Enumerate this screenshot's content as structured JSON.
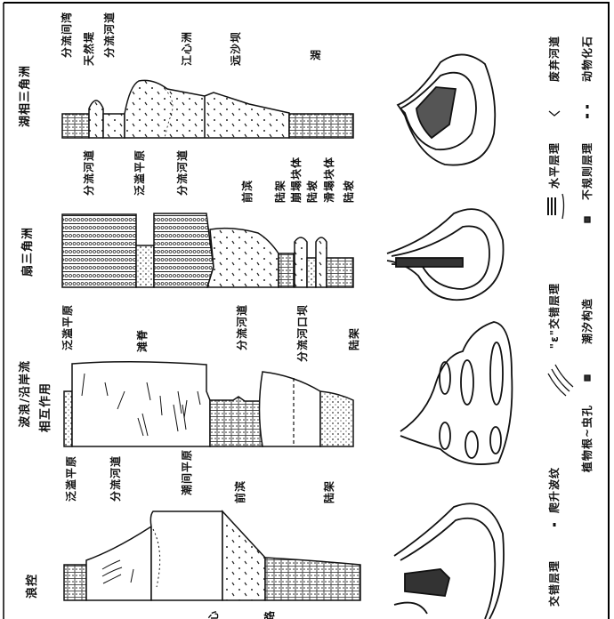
{
  "rows": [
    {
      "title": "湖相三角洲",
      "labels": [
        "分流间湾",
        "天然堤",
        "分流河道",
        "江心洲",
        "远沙坝",
        "湖"
      ]
    },
    {
      "title": "扇三角洲",
      "labels": [
        "分流河道",
        "泛滥平原",
        "分流河道",
        "前滨",
        "陆架",
        "崩塌块体",
        "陆坡",
        "滑塌块体",
        "陆坡"
      ]
    },
    {
      "title_line1": "波浪/沿岸流",
      "title_line2": "相互作用",
      "labels": [
        "泛滥平原",
        "滩脊",
        "分流河道",
        "分流河口坝",
        "陆架"
      ]
    },
    {
      "title": "浪控",
      "labels": [
        "泛滥平原",
        "分流河道",
        "潮间平原",
        "前滨",
        "陆架"
      ],
      "cut_off": [
        "心",
        "路"
      ]
    }
  ],
  "legend": [
    {
      "icon": "abandoned-channel-v",
      "label": "废弃河道"
    },
    {
      "icon": "horizontal-bedding-lines",
      "label": "水平层理"
    },
    {
      "icon": "epsilon-quote",
      "label": "\"ε\"交错层理"
    },
    {
      "icon": "cross-bedding-arcs",
      "label": ""
    },
    {
      "icon": "climbing-ripple-mark",
      "label": "爬升波纹"
    },
    {
      "icon": "",
      "label": "交错层理"
    },
    {
      "icon": "animal-fossil-marks",
      "label": "动物化石"
    },
    {
      "icon": "irregular-bedding-mark",
      "label": "不规则层理"
    },
    {
      "icon": "tidal-structure-mark",
      "label": "潮汐构造"
    },
    {
      "icon": "plant-root-burrow-marks",
      "label": "植物根~虫孔"
    }
  ]
}
